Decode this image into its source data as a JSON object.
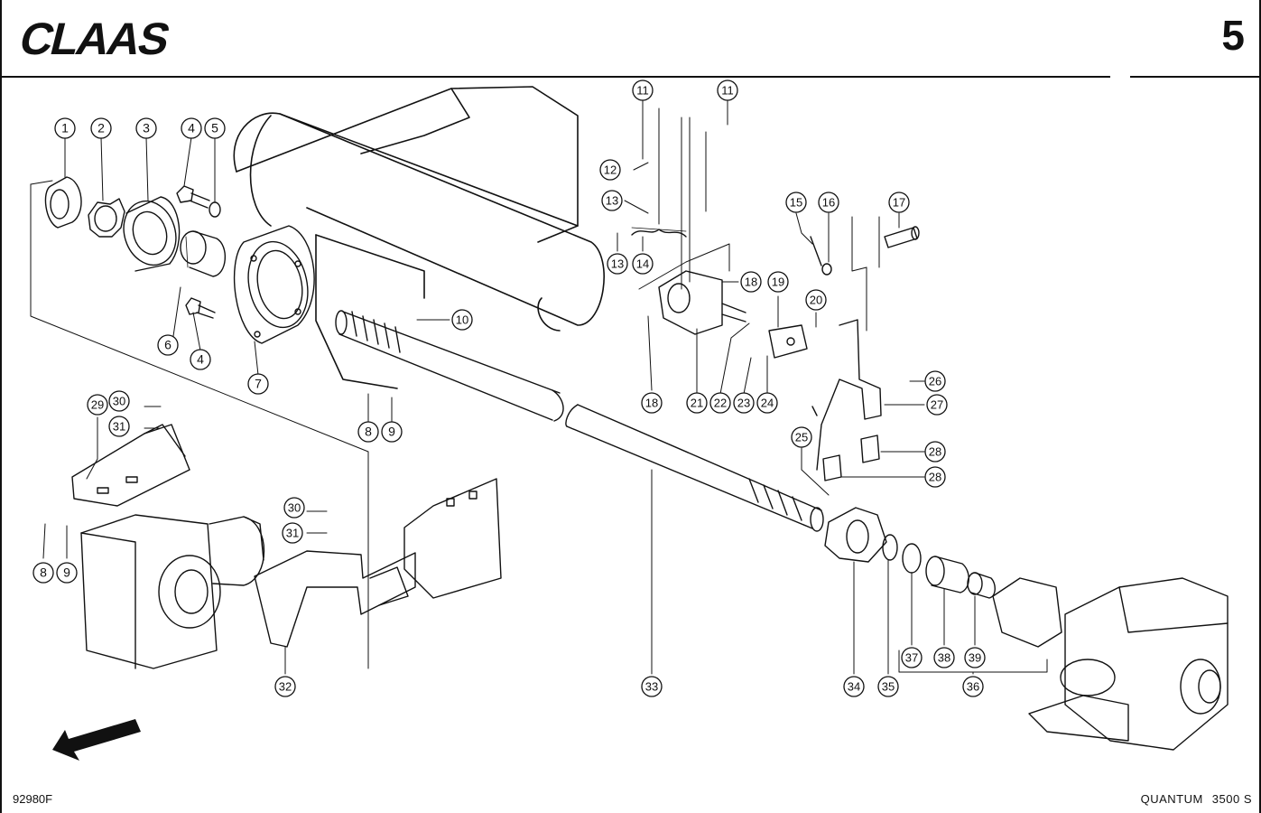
{
  "header": {
    "brand": "CLAAS",
    "page_number": "5"
  },
  "footer": {
    "figure_code": "92980F",
    "model_name": "QUANTUM",
    "model_variant": "3500 S"
  },
  "colors": {
    "ink": "#111111",
    "paper": "#ffffff"
  },
  "callouts": [
    {
      "id": "c1",
      "label": "1"
    },
    {
      "id": "c2",
      "label": "2"
    },
    {
      "id": "c3",
      "label": "3"
    },
    {
      "id": "c4a",
      "label": "4"
    },
    {
      "id": "c5",
      "label": "5"
    },
    {
      "id": "c6",
      "label": "6"
    },
    {
      "id": "c4b",
      "label": "4"
    },
    {
      "id": "c7",
      "label": "7"
    },
    {
      "id": "c8a",
      "label": "8"
    },
    {
      "id": "c9a",
      "label": "9"
    },
    {
      "id": "c10",
      "label": "10"
    },
    {
      "id": "c11a",
      "label": "11"
    },
    {
      "id": "c11b",
      "label": "11"
    },
    {
      "id": "c12",
      "label": "12"
    },
    {
      "id": "c13a",
      "label": "13"
    },
    {
      "id": "c13b",
      "label": "13"
    },
    {
      "id": "c14",
      "label": "14"
    },
    {
      "id": "c15",
      "label": "15"
    },
    {
      "id": "c16",
      "label": "16"
    },
    {
      "id": "c17",
      "label": "17"
    },
    {
      "id": "c18a",
      "label": "18"
    },
    {
      "id": "c18b",
      "label": "18"
    },
    {
      "id": "c19",
      "label": "19"
    },
    {
      "id": "c20",
      "label": "20"
    },
    {
      "id": "c21",
      "label": "21"
    },
    {
      "id": "c22",
      "label": "22"
    },
    {
      "id": "c23",
      "label": "23"
    },
    {
      "id": "c24",
      "label": "24"
    },
    {
      "id": "c25",
      "label": "25"
    },
    {
      "id": "c26",
      "label": "26"
    },
    {
      "id": "c27",
      "label": "27"
    },
    {
      "id": "c28a",
      "label": "28"
    },
    {
      "id": "c28b",
      "label": "28"
    },
    {
      "id": "c29",
      "label": "29"
    },
    {
      "id": "c30a",
      "label": "30"
    },
    {
      "id": "c31a",
      "label": "31"
    },
    {
      "id": "c30b",
      "label": "30"
    },
    {
      "id": "c31b",
      "label": "31"
    },
    {
      "id": "c8b",
      "label": "8"
    },
    {
      "id": "c9b",
      "label": "9"
    },
    {
      "id": "c32",
      "label": "32"
    },
    {
      "id": "c33",
      "label": "33"
    },
    {
      "id": "c34",
      "label": "34"
    },
    {
      "id": "c35",
      "label": "35"
    },
    {
      "id": "c36",
      "label": "36"
    },
    {
      "id": "c37",
      "label": "37"
    },
    {
      "id": "c38",
      "label": "38"
    },
    {
      "id": "c39",
      "label": "39"
    }
  ]
}
